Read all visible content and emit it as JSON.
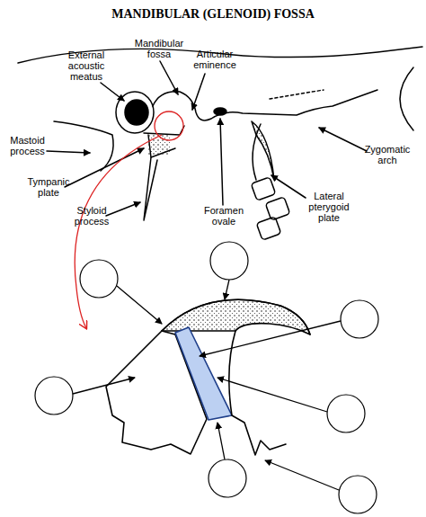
{
  "diagram": {
    "title": "MANDIBULAR (GLENOID) FOSSA",
    "labels": [
      "External acoustic meatus",
      "Mandibular fossa",
      "Articular eminence",
      "Mastoid process",
      "Zygomatic arch",
      "Tympanic plate",
      "Styloid process",
      "Foramen ovale",
      "Lateral pterygoid plate"
    ]
  }
}
